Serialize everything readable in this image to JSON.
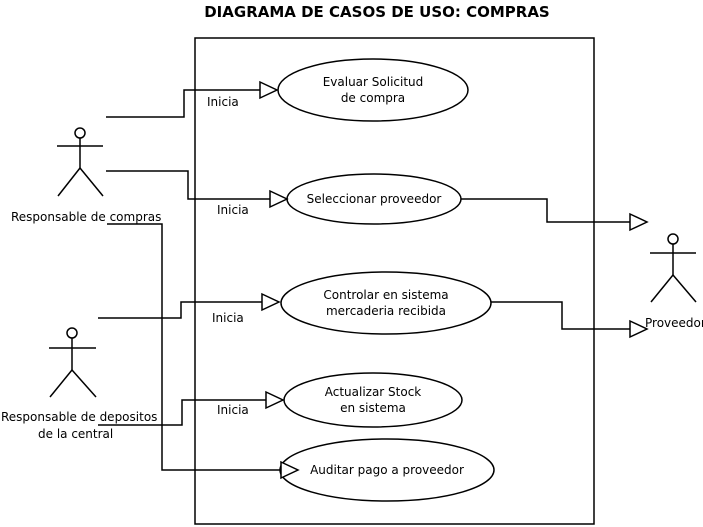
{
  "title": "DIAGRAMA DE CASOS DE USO: COMPRAS",
  "actors": {
    "compras": "Responsable de compras",
    "depositos_line1": "Responsable de depositos",
    "depositos_line2": "de la central",
    "proveedor": "Proveedor"
  },
  "use_cases": {
    "evaluar_line1": "Evaluar Solicitud",
    "evaluar_line2": "de compra",
    "seleccionar": "Seleccionar proveedor",
    "controlar_line1": "Controlar en sistema",
    "controlar_line2": "mercaderia recibida",
    "actualizar_line1": "Actualizar Stock",
    "actualizar_line2": "en sistema",
    "auditar": "Auditar pago a proveedor"
  },
  "relation_labels": {
    "evaluar": "Inicia",
    "seleccionar": "Inicia",
    "controlar": "Inicia",
    "actualizar": "Inicia"
  }
}
